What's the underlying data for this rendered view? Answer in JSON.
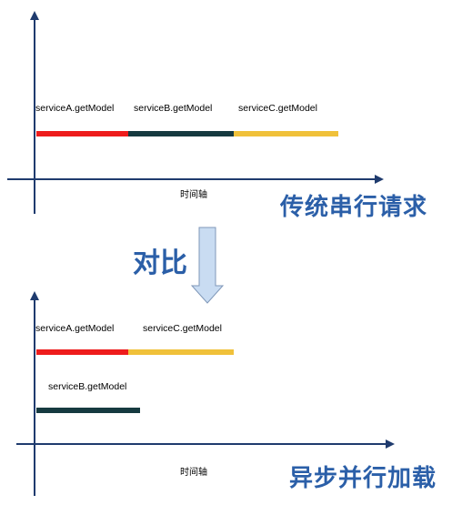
{
  "top_diagram": {
    "x_axis_label": "时间轴",
    "caption": "传统串行请求",
    "labels": [
      "serviceA.getModel",
      "serviceB.getModel",
      "serviceC.getModel"
    ]
  },
  "compare_label": "对比",
  "bottom_diagram": {
    "x_axis_label": "时间轴",
    "caption": "异步并行加载",
    "labels": [
      "serviceA.getModel",
      "serviceC.getModel",
      "serviceB.getModel"
    ]
  },
  "colors": {
    "axis": "#1f3b6e",
    "serviceA": "#ee1c1c",
    "serviceB": "#163a40",
    "serviceC": "#f0c13a",
    "caption": "#2b5fa8",
    "arrow_fill": "#c9dcf2",
    "arrow_stroke": "#7f97b8"
  }
}
